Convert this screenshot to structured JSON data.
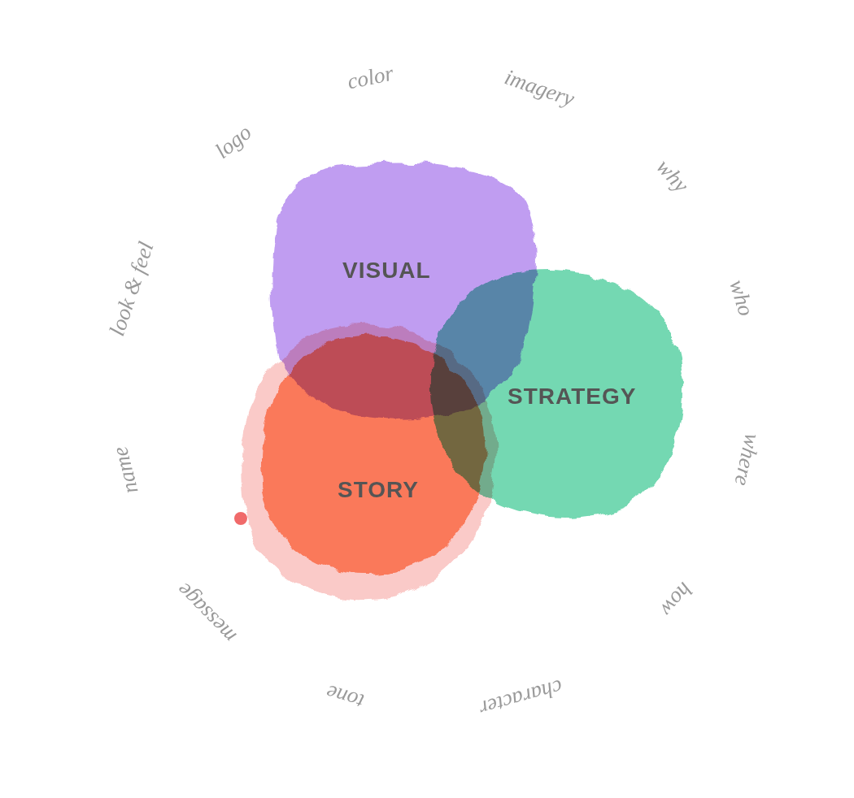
{
  "diagram": {
    "nodes": [
      {
        "text": [
          "VISUAL"
        ]
      },
      {
        "text": [
          "STRATEGY"
        ]
      },
      {
        "text": [
          "STORY"
        ]
      }
    ],
    "labels": [
      "color",
      "imagery",
      "why",
      "who",
      "where",
      "how",
      "character",
      "tone",
      "message",
      "name",
      "look & feel",
      "logo"
    ]
  }
}
